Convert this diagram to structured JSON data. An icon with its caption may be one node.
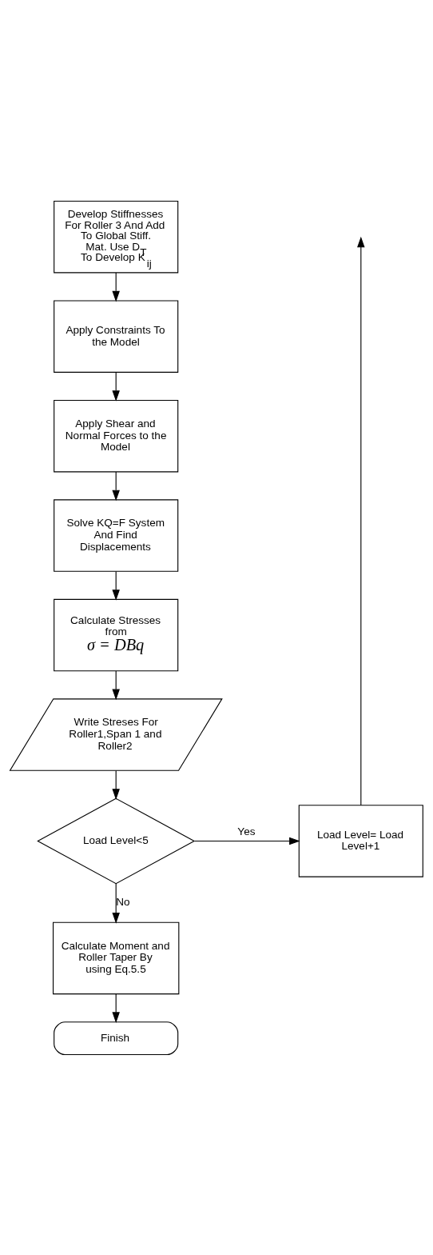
{
  "diagram": {
    "nodes": [
      {
        "text": [
          "Develop Stiffnesses For Roller 3 And Add To Global Stiff. Mat. Use D$_{T}$ To Develop K$_{ij}$"
        ]
      },
      {
        "text": [
          "Apply Constraints To the Model"
        ]
      },
      {
        "text": [
          "Apply Shear and Normal Forces to the Model"
        ]
      },
      {
        "text": [
          "Solve KQ=F System And Find Displacements"
        ]
      },
      {
        "text": [
          "Calculate Stresses from",
          "σ = DBq"
        ]
      },
      {
        "text": [
          "Write Streses For Roller1,Span 1 and Roller2"
        ]
      },
      {
        "text": [
          "Load Level<5"
        ]
      },
      {
        "text": [
          "Load Level= Load Level+1"
        ]
      },
      {
        "text": [
          "Calculate Moment and Roller Taper By using Eq.5.5"
        ]
      },
      {
        "text": [
          "Finish"
        ]
      }
    ],
    "edges": [
      {
        "from": 0,
        "to": 1,
        "arrow": "to"
      },
      {
        "from": 1,
        "to": 2,
        "arrow": "to"
      },
      {
        "from": 2,
        "to": 3,
        "arrow": "to"
      },
      {
        "from": 3,
        "to": 4,
        "arrow": "to"
      },
      {
        "from": 4,
        "to": 5,
        "arrow": "to"
      },
      {
        "from": 5,
        "to": 6,
        "arrow": "to"
      },
      {
        "from": 6,
        "to": 7,
        "arrow": "to",
        "label": "Yes"
      },
      {
        "from": 6,
        "to": 8,
        "arrow": "to",
        "label": "No"
      },
      {
        "from": 8,
        "to": 9,
        "arrow": "to"
      },
      {
        "from": 7,
        "to": null,
        "arrow": "to"
      }
    ]
  }
}
